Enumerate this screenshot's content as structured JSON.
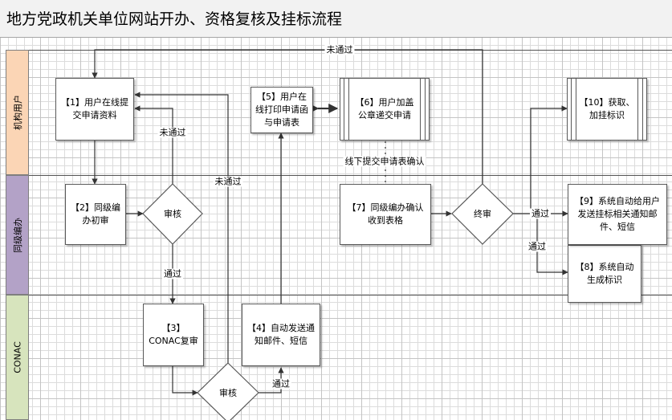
{
  "title": "地方党政机关单位网站开办、资格复核及挂标流程",
  "lanes": [
    "机构用户",
    "同级编办",
    "CONAC"
  ],
  "nodes": {
    "n1": "【1】用户在线提交申请资料",
    "n2": "【2】同级编办初审",
    "n3": "【3】CONAC复审",
    "n4": "【4】自动发送通知邮件、短信",
    "n5": "【5】用户在线打印申请函与申请表",
    "n6": "【6】用户加盖公章递交申请",
    "n7": "【7】同级编办确认收到表格",
    "n8": "【8】系统自动生成标识",
    "n9": "【9】系统自动给用户发送挂标相关通知邮件、短信",
    "n10": "【10】获取、加挂标识"
  },
  "decisions": {
    "d1": "审核",
    "d2": "审核",
    "d3": "终审"
  },
  "edge_labels": {
    "top_reject": "未通过",
    "reject_d1": "未通过",
    "reject_d2": "未通过",
    "pass_d1": "通过",
    "pass_d2": "通过",
    "pass_d3_a": "通过",
    "pass_d3_b": "通过",
    "offline": "线下提交申请表确认"
  }
}
